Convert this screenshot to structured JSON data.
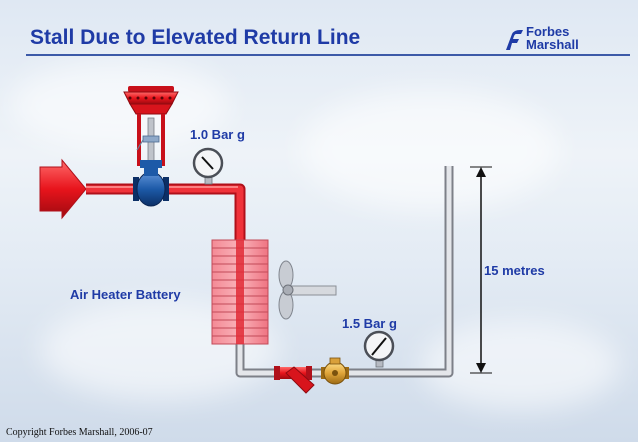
{
  "slide": {
    "title": "Stall Due to Elevated Return Line",
    "copyright": "Copyright Forbes Marshall, 2006-07"
  },
  "logo": {
    "line1": "Forbes",
    "line2": "Marshall"
  },
  "labels": {
    "inlet_pressure": "1.0 Bar g",
    "return_pressure": "1.5 Bar g",
    "lift_height": "15 metres",
    "heater": "Air Heater Battery"
  },
  "colors": {
    "title": "#1f3ba6",
    "steam_pipe": "#e8141c",
    "condensate_pipe": "#c9ccd2",
    "valve_body": "#1d5aa8",
    "actuator": "#d8141c"
  }
}
